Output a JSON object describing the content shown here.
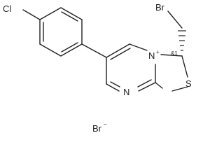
{
  "structure": {
    "atoms": {
      "cl": "Cl",
      "br_top": "Br",
      "n_plus": "N",
      "n_plus_charge": "+",
      "n_ring": "N",
      "s": "S",
      "stereo_label": "&1",
      "counter_ion": "Br",
      "counter_ion_charge": "−"
    },
    "colors": {
      "ink": "#222222",
      "background": "#ffffff"
    }
  }
}
